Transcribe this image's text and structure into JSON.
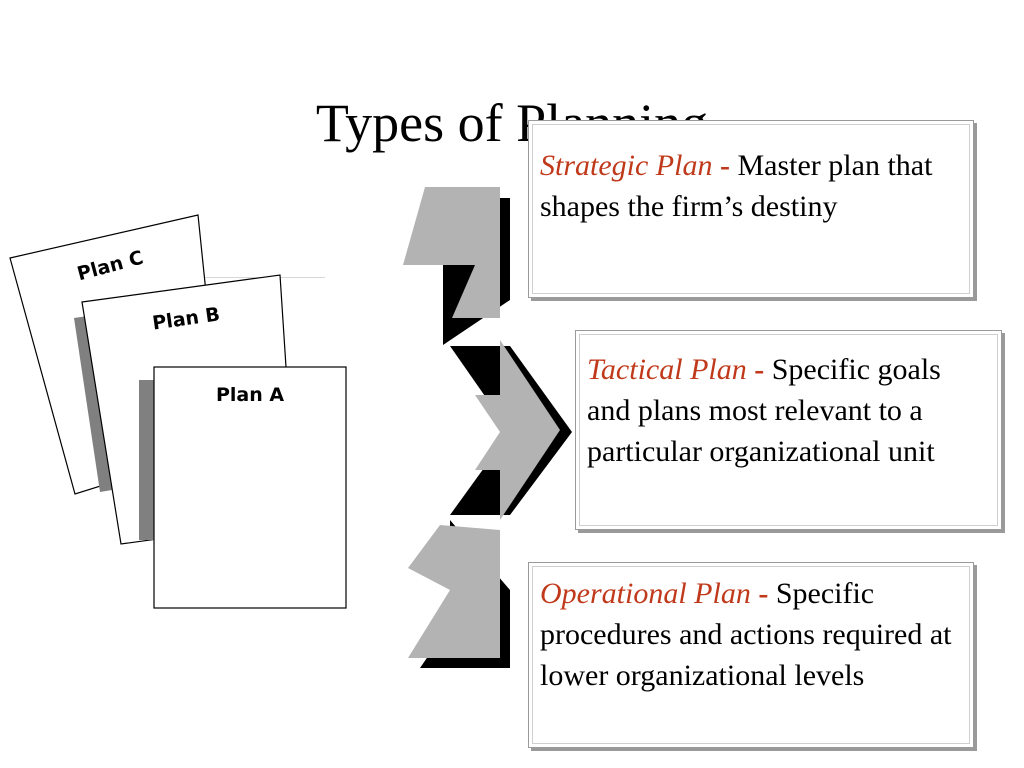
{
  "slide": {
    "title": "Types of Planning"
  },
  "documents": [
    {
      "label": "Plan C"
    },
    {
      "label": "Plan B"
    },
    {
      "label": "Plan A"
    }
  ],
  "cards": {
    "strategic": {
      "term": "Strategic Plan",
      "dash": " - ",
      "description": "Master plan that shapes the firm’s destiny"
    },
    "tactical": {
      "term": "Tactical Plan",
      "dash": " - ",
      "description": "Specific goals and plans most relevant to a particular organizational unit"
    },
    "operational": {
      "term": "Operational Plan",
      "dash": " - ",
      "description": "Specific procedures and actions required at lower organizational levels"
    }
  },
  "colors": {
    "term": "#c0391b",
    "arrow_fill": "#b3b3b3",
    "arrow_shadow": "#000000",
    "doc_shadow": "#808080"
  }
}
